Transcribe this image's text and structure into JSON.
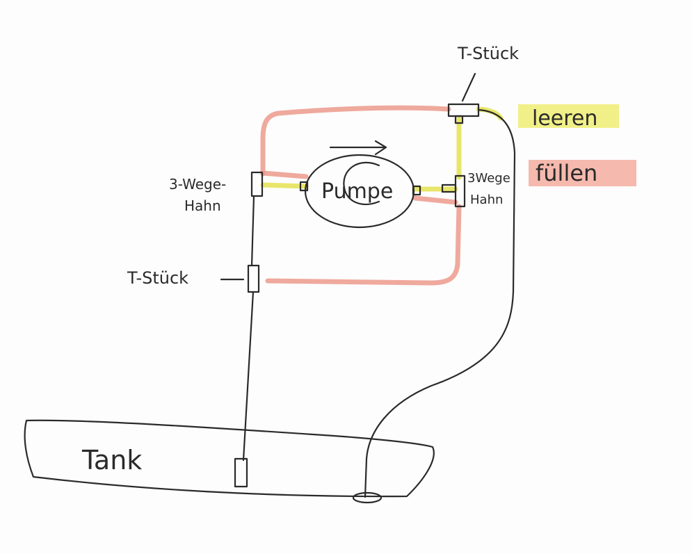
{
  "labels": {
    "t_piece_top": "T-Stück",
    "t_piece_left": "T-Stück",
    "valve_left_line1": "3-Wege-",
    "valve_left_line2": "Hahn",
    "valve_right_line1": "3Wege",
    "valve_right_line2": "Hahn",
    "pump": "Pumpe",
    "tank": "Tank"
  },
  "legend": [
    {
      "label": "leeren",
      "color": "#eeec6a"
    },
    {
      "label": "füllen",
      "color": "#f2a898"
    }
  ]
}
